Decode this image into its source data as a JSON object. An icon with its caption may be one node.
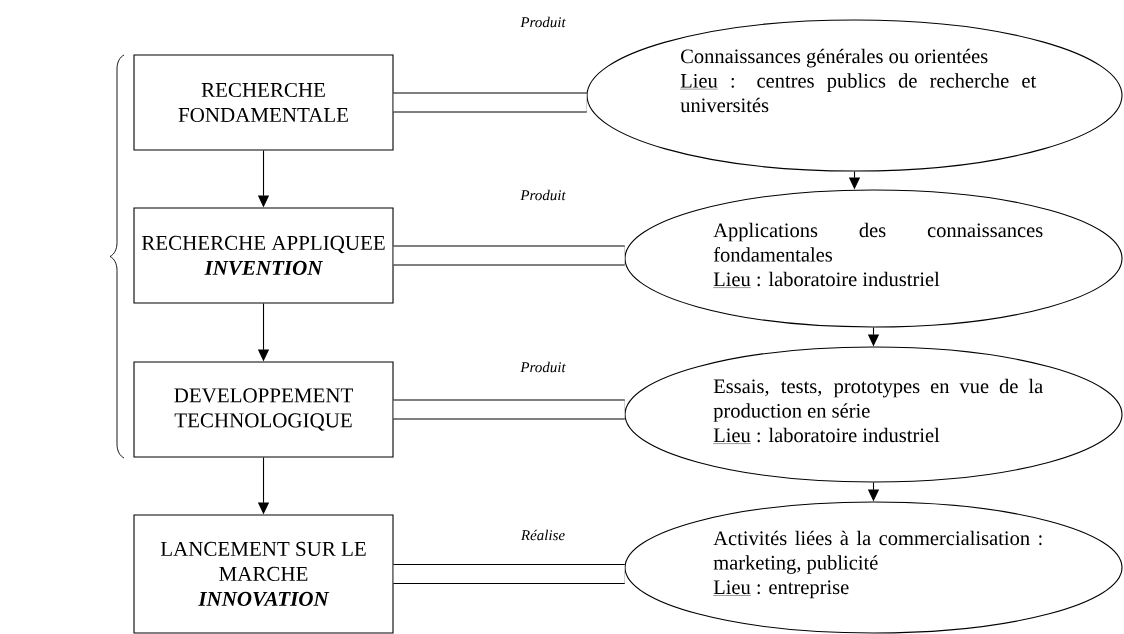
{
  "diagram": {
    "nodes": [
      {
        "text": [
          "RECHERCHE FONDAMENTALE"
        ]
      },
      {
        "text": [
          "RECHERCHE APPLIQUEE",
          "INVENTION"
        ]
      },
      {
        "text": [
          "DEVELOPPEMENT TECHNOLOGIQUE"
        ]
      },
      {
        "text": [
          "LANCEMENT SUR LE MARCHE",
          "INNOVATION"
        ]
      },
      {
        "text": [
          "Connaissances générales ou orientées",
          "Lieu",
          ": centres publics de recherche et universités"
        ]
      },
      {
        "text": [
          "Applications des connaissances fondamentales",
          "Lieu",
          ": laboratoire industriel"
        ]
      },
      {
        "text": [
          "Essais, tests, prototypes en vue de la production en série",
          "Lieu",
          ": laboratoire industriel"
        ]
      },
      {
        "text": [
          "Activités liées à la commercialisation : marketing, publicité",
          "Lieu",
          ": entreprise"
        ]
      }
    ],
    "edges": [
      {
        "from": 0,
        "to": 1,
        "arrow": "to"
      },
      {
        "from": 1,
        "to": 2,
        "arrow": "to"
      },
      {
        "from": 2,
        "to": 3,
        "arrow": "to"
      },
      {
        "from": 4,
        "to": 5,
        "arrow": "to"
      },
      {
        "from": 5,
        "to": 6,
        "arrow": "to"
      },
      {
        "from": 6,
        "to": 7,
        "arrow": "to"
      },
      {
        "from": 0,
        "to": 4,
        "arrow": "none",
        "label": "Produit",
        "style": "thick"
      },
      {
        "from": 1,
        "to": 5,
        "arrow": "none",
        "label": "Produit",
        "style": "thick"
      },
      {
        "from": 2,
        "to": 6,
        "arrow": "none",
        "label": "Produit",
        "style": "thick"
      },
      {
        "from": 3,
        "to": 7,
        "arrow": "none",
        "label": "Réalise",
        "style": "thick"
      }
    ]
  }
}
